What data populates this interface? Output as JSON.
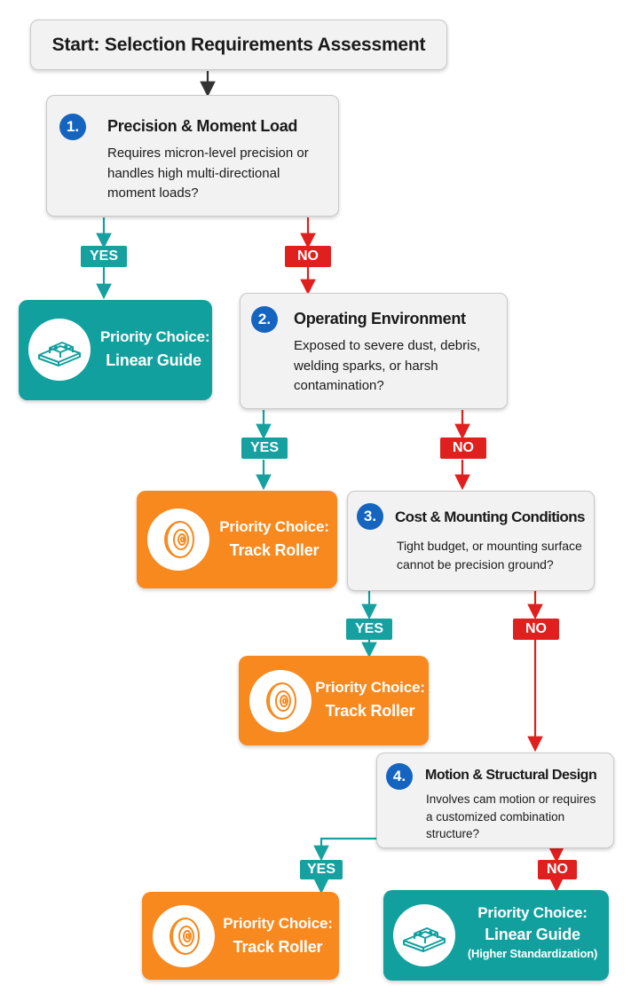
{
  "start": {
    "title": "Start: Selection Requirements Assessment"
  },
  "decisions": [
    {
      "number": "1.",
      "title": "Precision & Moment Load",
      "lines": [
        "Requires micron-level precision or",
        "handles high multi-directional",
        "moment loads?"
      ]
    },
    {
      "number": "2.",
      "title": "Operating Environment",
      "lines": [
        "Exposed to severe dust, debris,",
        "welding sparks, or harsh",
        "contamination?"
      ]
    },
    {
      "number": "3.",
      "title": "Cost & Mounting Conditions",
      "lines": [
        "Tight budget, or mounting surface",
        "cannot be precision ground?"
      ]
    },
    {
      "number": "4.",
      "title": "Motion & Structural Design",
      "lines": [
        "Involves cam motion or requires",
        "a customized combination",
        "structure?"
      ]
    }
  ],
  "labels": {
    "yes": "YES",
    "no": "NO"
  },
  "results": [
    {
      "line1": "Priority Choice:",
      "line2": "Linear Guide",
      "icon": "linear-guide-icon",
      "color": "#12a09e"
    },
    {
      "line1": "Priority Choice:",
      "line2": "Track Roller",
      "icon": "track-roller-icon",
      "color": "#f7891f"
    },
    {
      "line1": "Priority Choice:",
      "line2": "Track Roller",
      "icon": "track-roller-icon",
      "color": "#f7891f"
    },
    {
      "line1": "Priority Choice:",
      "line2": "Track Roller",
      "icon": "track-roller-icon",
      "color": "#f7891f"
    },
    {
      "line1": "Priority Choice:",
      "line2": "Linear Guide",
      "note": "(Higher Standardization)",
      "icon": "linear-guide-icon",
      "color": "#12a09e"
    }
  ],
  "colors": {
    "yes": "#16a1a0",
    "no": "#e0201e",
    "number_badge": "#1565c0",
    "start_arrow": "#333333"
  }
}
